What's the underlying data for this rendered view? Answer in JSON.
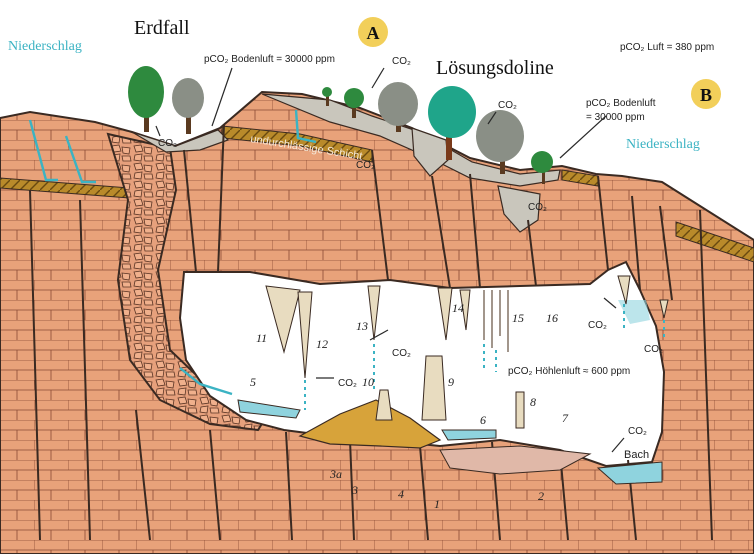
{
  "labels": {
    "erdfall": "Erdfall",
    "loesungsdoline": "Lösungsdoline",
    "marker_a": "A",
    "marker_b": "B",
    "niederschlag_left": "Niederschlag",
    "niederschlag_right": "Niederschlag",
    "pco2_luft": "pCO₂ Luft = 380 ppm",
    "pco2_bodenluft_a": "pCO₂ Bodenluft = 30000 ppm",
    "pco2_bodenluft_b_line1": "pCO₂ Bodenluft",
    "pco2_bodenluft_b_line2": "= 30000 ppm",
    "pco2_hoehlenluft": "pCO₂ Höhlenluft ≈ 600 ppm",
    "undurchlaessige_schicht": "undurchlässige Schicht",
    "bach": "Bach",
    "co2": "CO₂"
  },
  "numbers": [
    "1",
    "2",
    "3",
    "3a",
    "4",
    "5",
    "6",
    "7",
    "8",
    "9",
    "10",
    "11",
    "12",
    "13",
    "14",
    "15",
    "16"
  ],
  "colors": {
    "limestone": "#e8a27a",
    "limestone_dark": "#d4875f",
    "joint_line": "#3a2a22",
    "cave_air": "#ffffff",
    "soil": "#c9c6bc",
    "water": "#8fd3de",
    "water_text": "#3bb3c3",
    "sediment": "#d7a33a",
    "tree_green": "#2e8a3e",
    "tree_grey": "#8a8f86",
    "impermeable_band": "#b98a2a"
  },
  "icons": [
    "deciduous-tree-icon",
    "rain-arrow-icon",
    "co2-arrow-icon"
  ]
}
